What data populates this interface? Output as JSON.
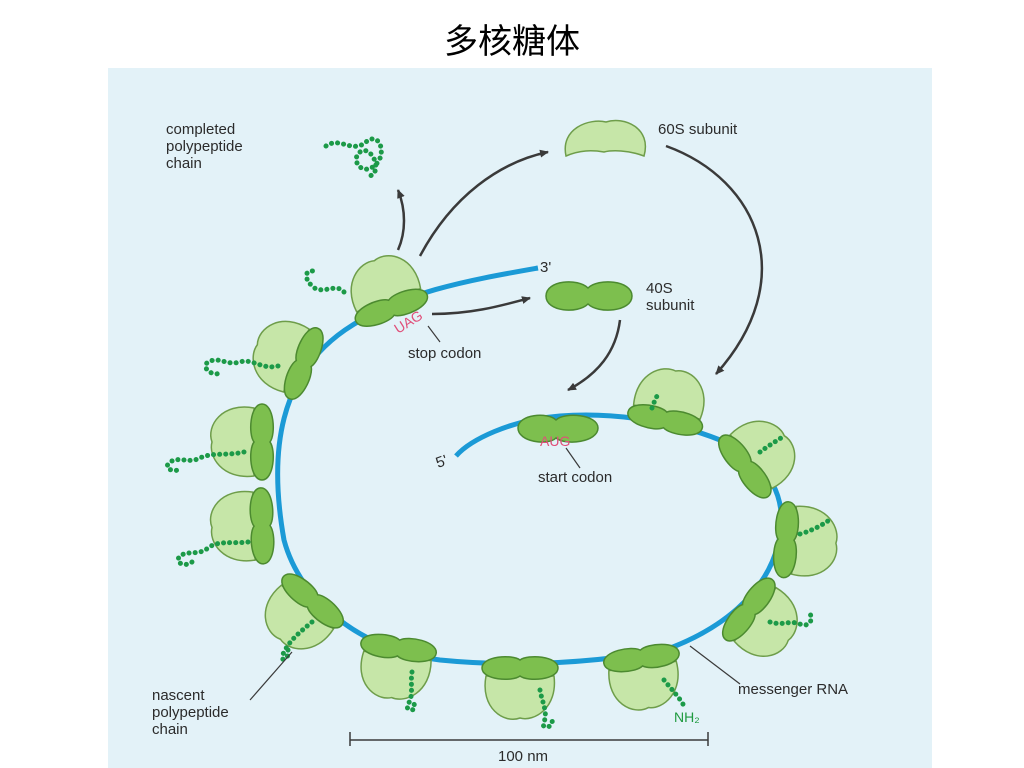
{
  "title": "多核糖体",
  "labels": {
    "completed": [
      "completed",
      "polypeptide",
      "chain"
    ],
    "subunit_60s": "60S subunit",
    "subunit_40s": [
      "40S",
      "subunit"
    ],
    "three_prime": "3'",
    "five_prime": "5'",
    "stop_codon_seq": "UAG",
    "stop_codon": "stop codon",
    "start_codon_seq": "AUG",
    "start_codon": "start codon",
    "nascent": [
      "nascent",
      "polypeptide",
      "chain"
    ],
    "messenger_rna": "messenger RNA",
    "nh2": "NH₂",
    "scale": "100 nm"
  },
  "colors": {
    "panel": "#e3f2f8",
    "mrna": "#1b9ad6",
    "large_subunit": "#c6e6a8",
    "small_subunit": "#7dbf4e",
    "peptide": "#1c9a48",
    "stop_codon": "#e0507a"
  }
}
